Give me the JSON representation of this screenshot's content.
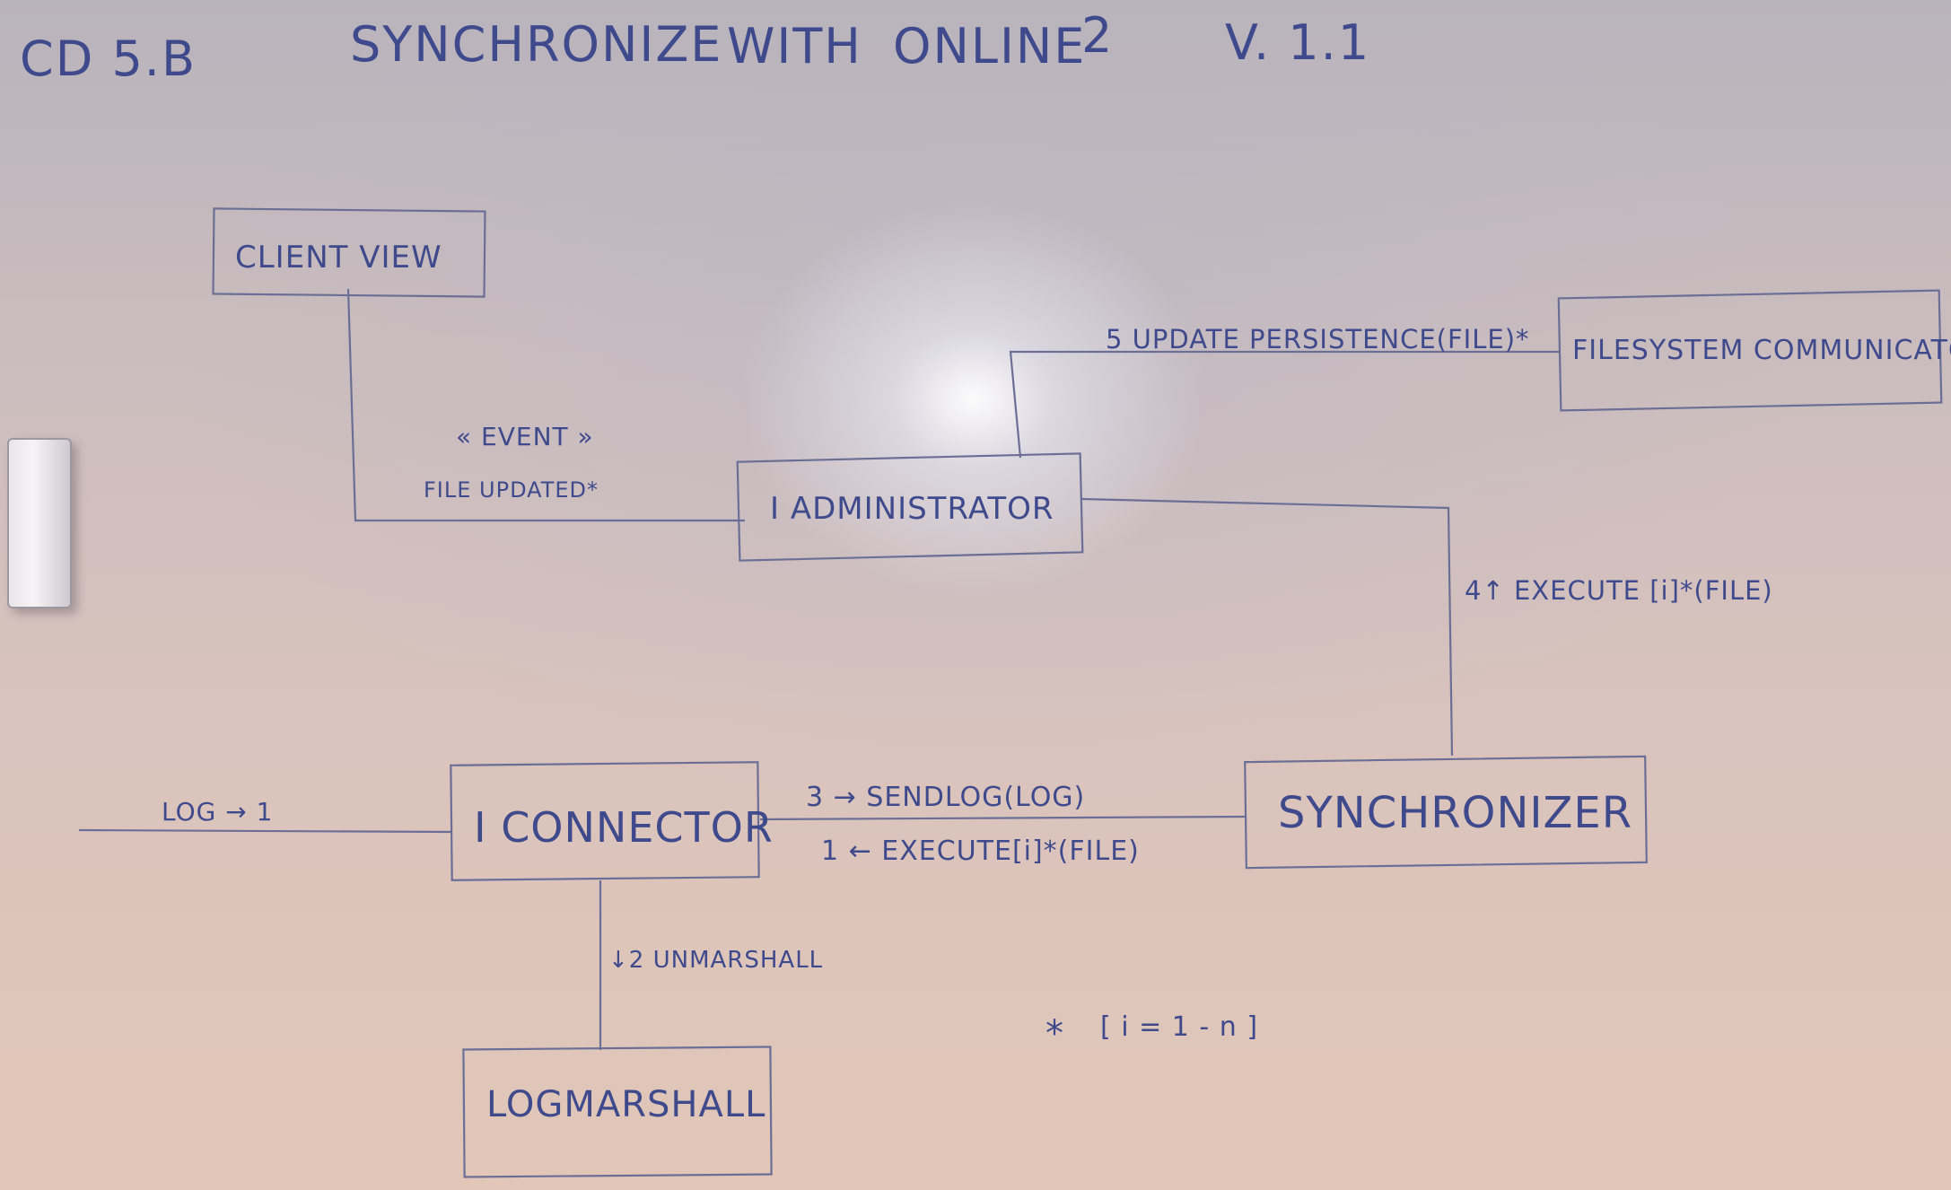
{
  "title": {
    "code": "CD 5.B",
    "words": [
      "SYNCHRONIZE",
      "WITH",
      "ONLINE",
      "2"
    ],
    "version": "V. 1.1"
  },
  "boxes": {
    "client_view": "CLIENT VIEW",
    "administrator": "I ADMINISTRATOR",
    "filesystem_communicator": "FILESYSTEM COMMUNICATOR",
    "connector": "I CONNECTOR",
    "synchronizer": "SYNCHRONIZER",
    "log_marshall": "LOGMARSHALL"
  },
  "messages": {
    "event_stereotype": "« EVENT »",
    "file_updated": "FILE UPDATED*",
    "update_persistence": "5 UPDATE PERSISTENCE(FILE)*",
    "execute_admin": "4↑ EXECUTE [i]*(FILE)",
    "log_in": "LOG → 1",
    "send_log": "3 → SENDLOG(LOG)",
    "execute_connector": "1 ← EXECUTE[i]*(FILE)",
    "unmarshall": "↓2 UNMARSHALL"
  },
  "note": {
    "star": "*",
    "range": "[ i = 1 - n ]"
  }
}
